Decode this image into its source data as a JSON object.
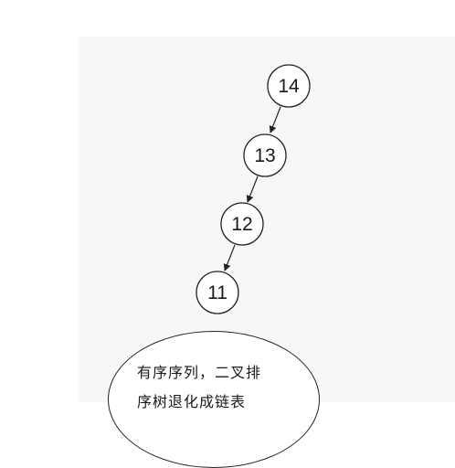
{
  "diagram": {
    "type": "degenerate-binary-search-tree",
    "nodes": [
      {
        "id": "n14",
        "label": "14"
      },
      {
        "id": "n13",
        "label": "13"
      },
      {
        "id": "n12",
        "label": "12"
      },
      {
        "id": "n11",
        "label": "11"
      }
    ],
    "edges": [
      {
        "from": "n14",
        "to": "n13"
      },
      {
        "from": "n13",
        "to": "n12"
      },
      {
        "from": "n12",
        "to": "n11"
      }
    ],
    "callout": {
      "line1": "有序序列，二叉排",
      "line2": "序树退化成链表"
    }
  }
}
